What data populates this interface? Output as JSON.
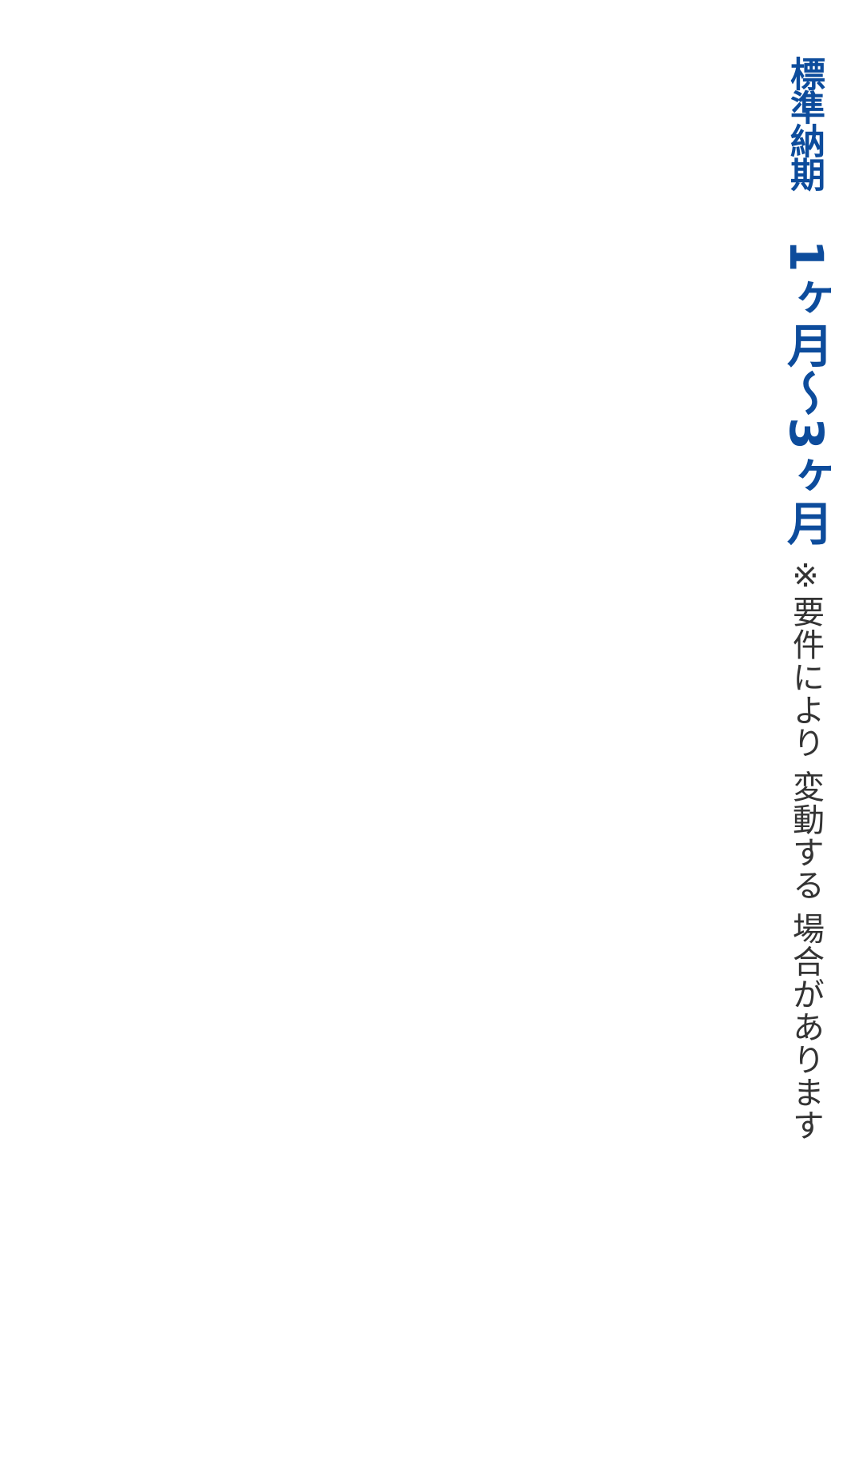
{
  "delivery": {
    "label": "標準納期",
    "value": "1ヶ月〜3ヶ月",
    "note": "※要件により 変動する 場合があります"
  },
  "colors": {
    "accent": "#0d4c9c",
    "note_text": "#333333",
    "background": "#ffffff"
  }
}
